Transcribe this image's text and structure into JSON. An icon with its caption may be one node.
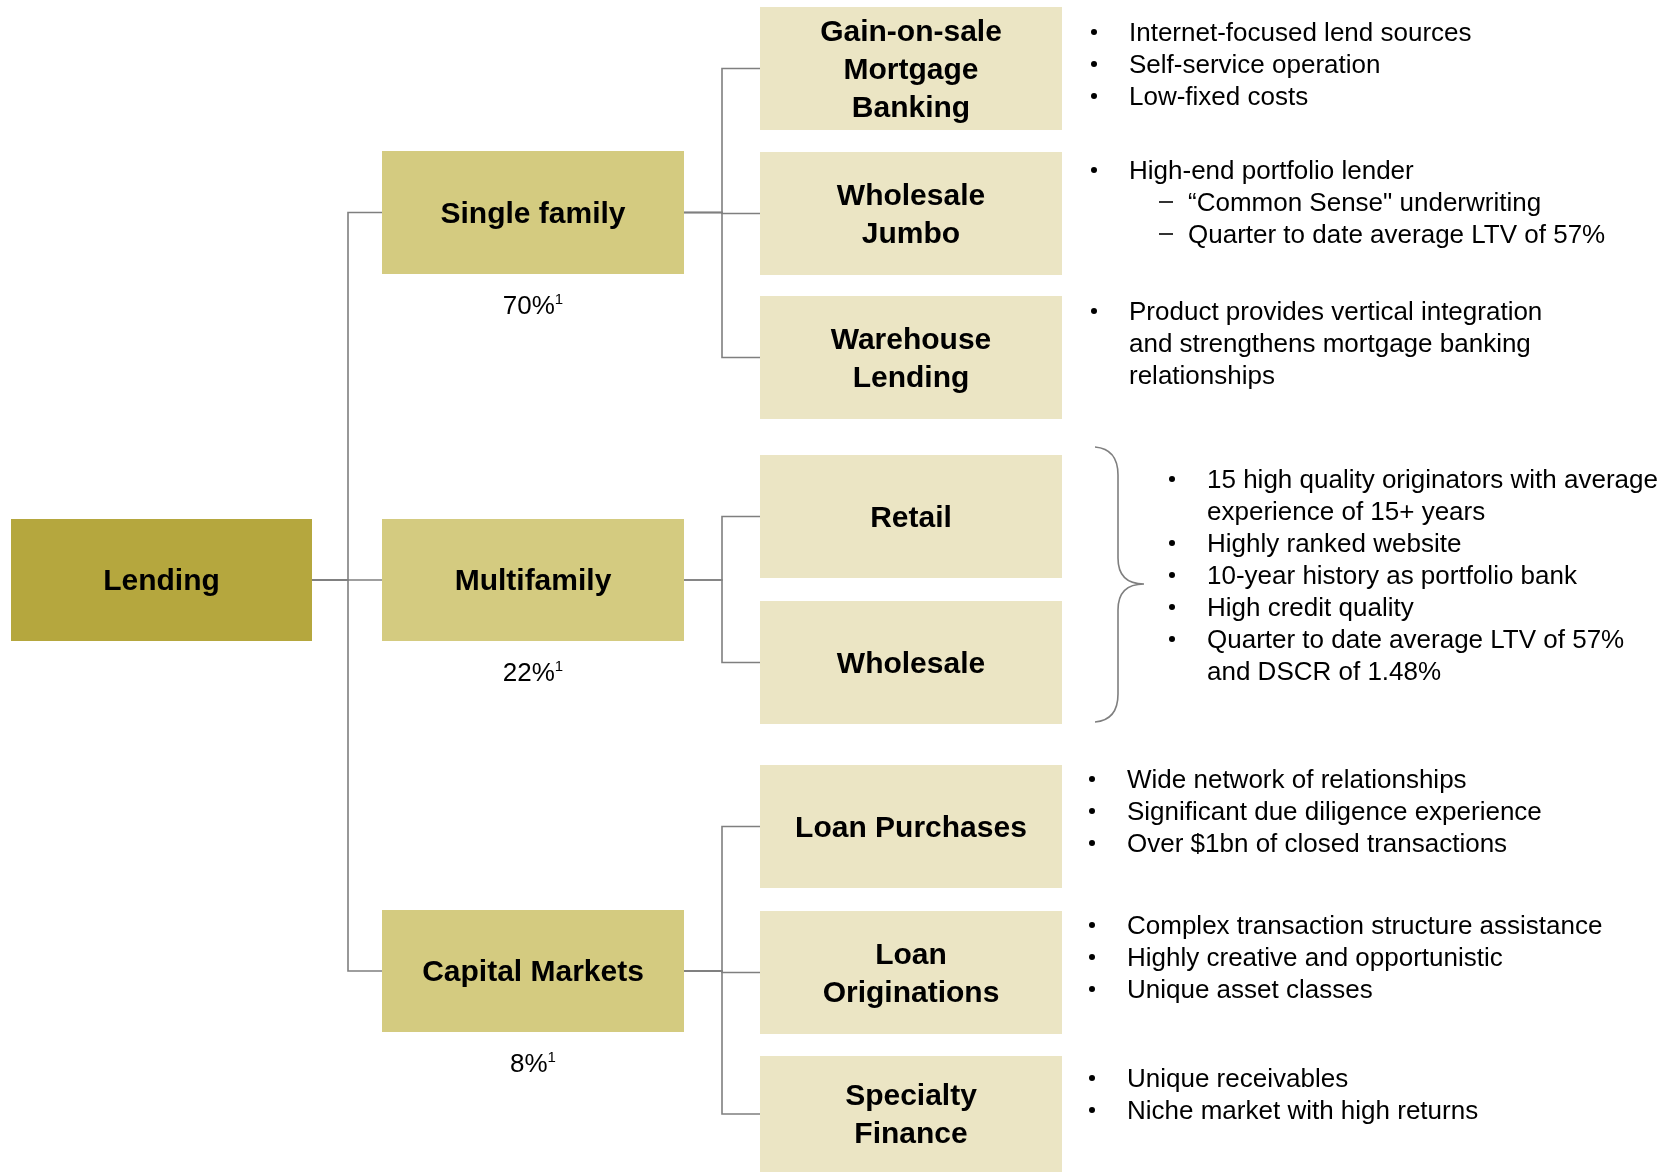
{
  "diagram": {
    "nodes": [
      {
        "text": [
          "Lending"
        ]
      },
      {
        "text": [
          "Single family"
        ],
        "beside": [
          "70%$^{1}$"
        ]
      },
      {
        "text": [
          "Multifamily"
        ],
        "beside": [
          "22%$^{1}$"
        ]
      },
      {
        "text": [
          "Capital Markets"
        ],
        "beside": [
          "8%$^{1}$"
        ]
      },
      {
        "text": [
          "Gain-on-sale Mortgage Banking"
        ]
      },
      {
        "text": [
          "Wholesale Jumbo"
        ]
      },
      {
        "text": [
          "Warehouse Lending"
        ]
      },
      {
        "text": [
          "Retail"
        ]
      },
      {
        "text": [
          "Wholesale"
        ]
      },
      {
        "text": [
          "Loan Purchases"
        ]
      },
      {
        "text": [
          "Loan Originations"
        ]
      },
      {
        "text": [
          "Specialty Finance"
        ]
      }
    ],
    "edges": [
      {
        "from": 0,
        "to": 1,
        "arrow": "none"
      },
      {
        "from": 0,
        "to": 2,
        "arrow": "none"
      },
      {
        "from": 0,
        "to": 3,
        "arrow": "none"
      },
      {
        "from": 1,
        "to": 4,
        "arrow": "none"
      },
      {
        "from": 1,
        "to": 5,
        "arrow": "none"
      },
      {
        "from": 1,
        "to": 6,
        "arrow": "none"
      },
      {
        "from": 2,
        "to": 7,
        "arrow": "none"
      },
      {
        "from": 2,
        "to": 8,
        "arrow": "none"
      },
      {
        "from": 3,
        "to": 9,
        "arrow": "none"
      },
      {
        "from": 3,
        "to": 10,
        "arrow": "none"
      },
      {
        "from": 3,
        "to": 11,
        "arrow": "none"
      }
    ],
    "labels": [
      "Internet-focused lend sources",
      "Self-service operation",
      "Low-fixed costs",
      "High-end portfolio lender",
      "“Common Sense\" underwriting",
      "Quarter to date average LTV of 57%",
      "Product provides vertical integration and strengthens mortgage banking relationships",
      "15 high quality originators with average experience of 15+ years",
      "Highly ranked website",
      "10-year history as portfolio bank",
      "High credit quality",
      "Quarter to date average LTV of 57% and DSCR of 1.48%",
      "Wide network of relationships",
      "Significant due diligence experience",
      "Over $1bn of closed transactions",
      "Complex transaction structure assistance",
      "Highly creative and opportunistic",
      "Unique asset classes",
      "Unique receivables",
      "Niche market with high returns"
    ]
  }
}
